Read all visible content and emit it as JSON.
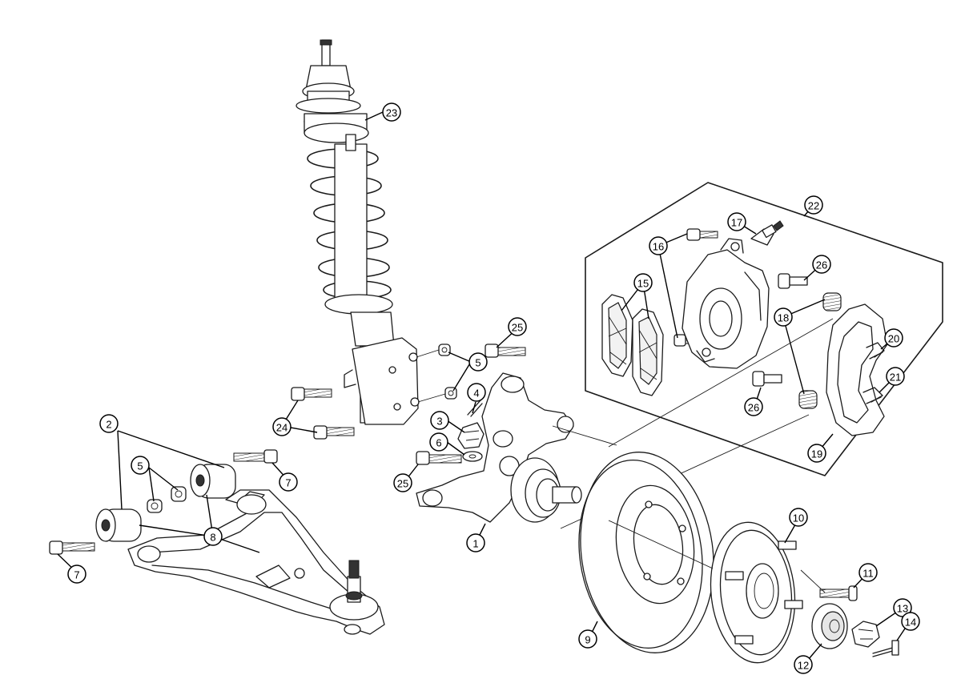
{
  "diagram": {
    "callouts": [
      {
        "id": "c1",
        "label": "1"
      },
      {
        "id": "c2",
        "label": "2"
      },
      {
        "id": "c3",
        "label": "3"
      },
      {
        "id": "c4",
        "label": "4"
      },
      {
        "id": "c5a",
        "label": "5"
      },
      {
        "id": "c5b",
        "label": "5"
      },
      {
        "id": "c6",
        "label": "6"
      },
      {
        "id": "c7a",
        "label": "7"
      },
      {
        "id": "c7b",
        "label": "7"
      },
      {
        "id": "c8",
        "label": "8"
      },
      {
        "id": "c9",
        "label": "9"
      },
      {
        "id": "c10",
        "label": "10"
      },
      {
        "id": "c11",
        "label": "11"
      },
      {
        "id": "c12",
        "label": "12"
      },
      {
        "id": "c13",
        "label": "13"
      },
      {
        "id": "c14",
        "label": "14"
      },
      {
        "id": "c15",
        "label": "15"
      },
      {
        "id": "c16",
        "label": "16"
      },
      {
        "id": "c17",
        "label": "17"
      },
      {
        "id": "c18",
        "label": "18"
      },
      {
        "id": "c19",
        "label": "19"
      },
      {
        "id": "c20",
        "label": "20"
      },
      {
        "id": "c21",
        "label": "21"
      },
      {
        "id": "c22",
        "label": "22"
      },
      {
        "id": "c23",
        "label": "23"
      },
      {
        "id": "c24",
        "label": "24"
      },
      {
        "id": "c25a",
        "label": "25"
      },
      {
        "id": "c25b",
        "label": "25"
      },
      {
        "id": "c26a",
        "label": "26"
      },
      {
        "id": "c26b",
        "label": "26"
      }
    ]
  }
}
